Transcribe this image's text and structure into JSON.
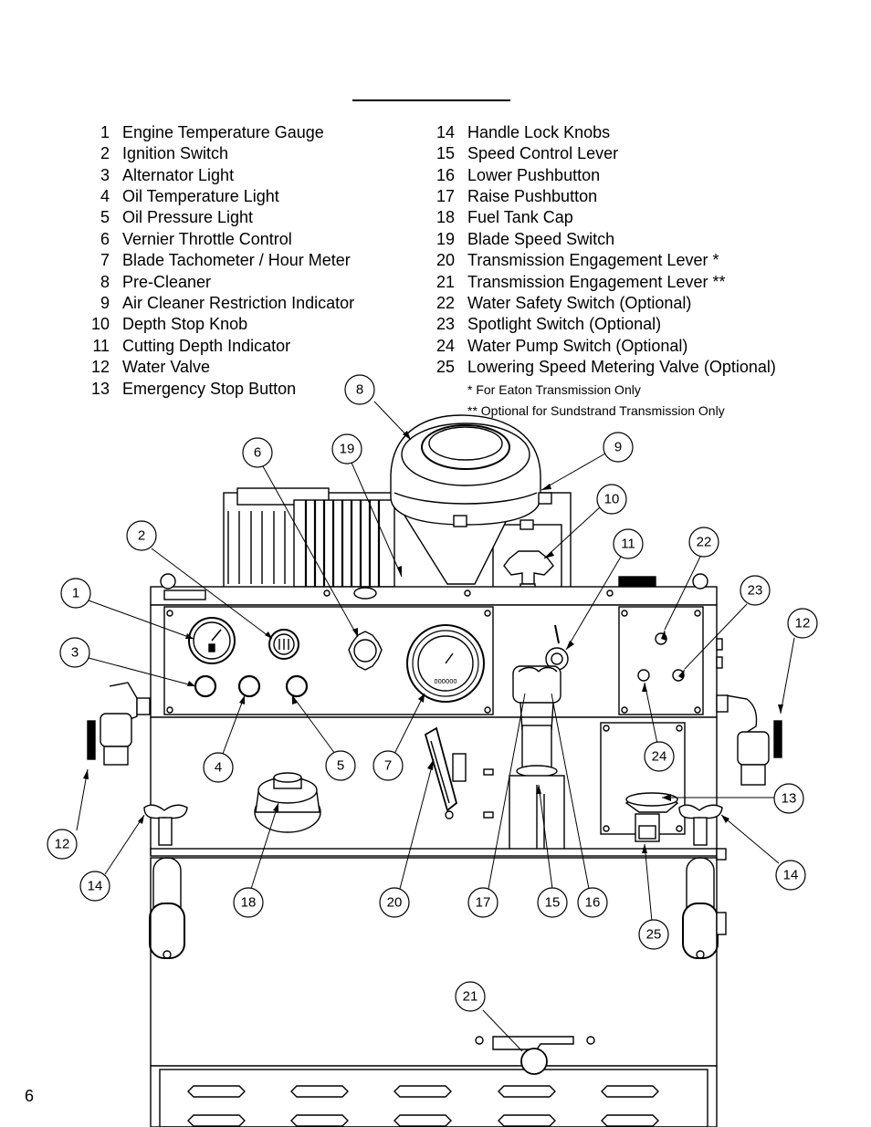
{
  "legend_left": [
    {
      "num": "1",
      "label": "Engine Temperature Gauge"
    },
    {
      "num": "2",
      "label": "Ignition Switch"
    },
    {
      "num": "3",
      "label": "Alternator Light"
    },
    {
      "num": "4",
      "label": "Oil Temperature Light"
    },
    {
      "num": "5",
      "label": "Oil Pressure Light"
    },
    {
      "num": "6",
      "label": "Vernier Throttle Control"
    },
    {
      "num": "7",
      "label": "Blade Tachometer / Hour Meter"
    },
    {
      "num": "8",
      "label": "Pre-Cleaner"
    },
    {
      "num": "9",
      "label": "Air Cleaner Restriction Indicator"
    },
    {
      "num": "10",
      "label": "Depth Stop Knob"
    },
    {
      "num": "11",
      "label": "Cutting Depth Indicator"
    },
    {
      "num": "12",
      "label": "Water Valve"
    },
    {
      "num": "13",
      "label": "Emergency Stop Button"
    }
  ],
  "legend_right": [
    {
      "num": "14",
      "label": "Handle Lock Knobs"
    },
    {
      "num": "15",
      "label": "Speed Control Lever"
    },
    {
      "num": "16",
      "label": "Lower Pushbutton"
    },
    {
      "num": "17",
      "label": "Raise Pushbutton"
    },
    {
      "num": "18",
      "label": "Fuel Tank Cap"
    },
    {
      "num": "19",
      "label": "Blade Speed Switch"
    },
    {
      "num": "20",
      "label": "Transmission Engagement Lever *"
    },
    {
      "num": "21",
      "label": "Transmission Engagement Lever **"
    },
    {
      "num": "22",
      "label": "Water Safety Switch (Optional)"
    },
    {
      "num": "23",
      "label": "Spotlight Switch (Optional)"
    },
    {
      "num": "24",
      "label": "Water Pump Switch (Optional)"
    },
    {
      "num": "25",
      "label": "Lowering Speed Metering Valve (Optional)"
    }
  ],
  "notes": {
    "eaton": "* For Eaton Transmission Only",
    "sundstrand": "** Optional for Sundstrand Transmission Only"
  },
  "gauge_text": "OOOOOO",
  "callouts": [
    "1",
    "2",
    "3",
    "4",
    "5",
    "6",
    "7",
    "8",
    "9",
    "10",
    "11",
    "12",
    "12",
    "13",
    "14",
    "14",
    "15",
    "16",
    "17",
    "18",
    "19",
    "20",
    "21",
    "22",
    "23",
    "24",
    "25"
  ],
  "page_number": "6"
}
